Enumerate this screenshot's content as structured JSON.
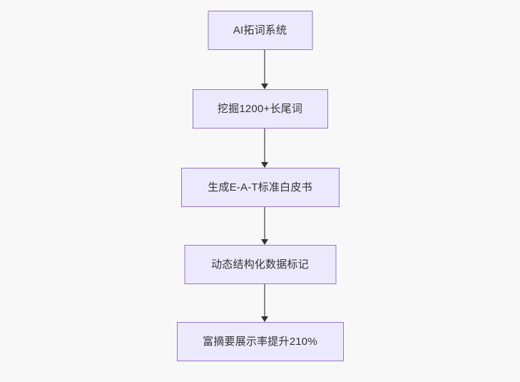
{
  "diagram": {
    "type": "flowchart",
    "direction": "top-to-bottom",
    "background_color": "#f8f8f8",
    "node_fill_color": "#ece9fc",
    "node_border_color": "#9575cd",
    "node_text_color": "#333333",
    "edge_line_color": "#888888",
    "edge_arrow_color": "#333333",
    "nodes": [
      {
        "id": "n1",
        "label": "AI拓词系统"
      },
      {
        "id": "n2",
        "label": "挖掘1200+长尾词"
      },
      {
        "id": "n3",
        "label": "生成E-A-T标准白皮书"
      },
      {
        "id": "n4",
        "label": "动态结构化数据标记"
      },
      {
        "id": "n5",
        "label": "富摘要展示率提升210%"
      }
    ],
    "edges": [
      {
        "from": "n1",
        "to": "n2",
        "label": ""
      },
      {
        "from": "n2",
        "to": "n3",
        "label": ""
      },
      {
        "from": "n3",
        "to": "n4",
        "label": ""
      },
      {
        "from": "n4",
        "to": "n5",
        "label": ""
      }
    ]
  }
}
